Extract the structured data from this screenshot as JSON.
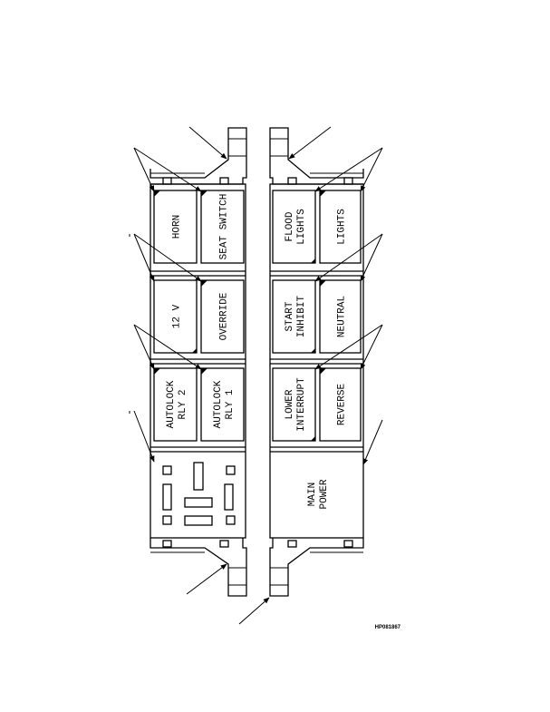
{
  "relays": {
    "horn": [
      "HORN"
    ],
    "seat_switch": [
      "SEAT SWITCH"
    ],
    "flood_lights": [
      "FLOOD",
      "LIGHTS"
    ],
    "lights": [
      "LIGHTS"
    ],
    "twelve_v": [
      "12 V"
    ],
    "override": [
      "OVERRIDE"
    ],
    "start_inhibit": [
      "START",
      "INHIBIT"
    ],
    "neutral": [
      "NEUTRAL"
    ],
    "autolock_rly_2": [
      "AUTOLOCK",
      "RLY 2"
    ],
    "autolock_rly_1": [
      "AUTOLOCK",
      "RLY 1"
    ],
    "lower_interrupt": [
      "LOWER",
      "INTERRUPT"
    ],
    "reverse": [
      "REVERSE"
    ],
    "main_power": [
      "MAIN",
      "POWER"
    ]
  },
  "figure_code": "HP081867"
}
